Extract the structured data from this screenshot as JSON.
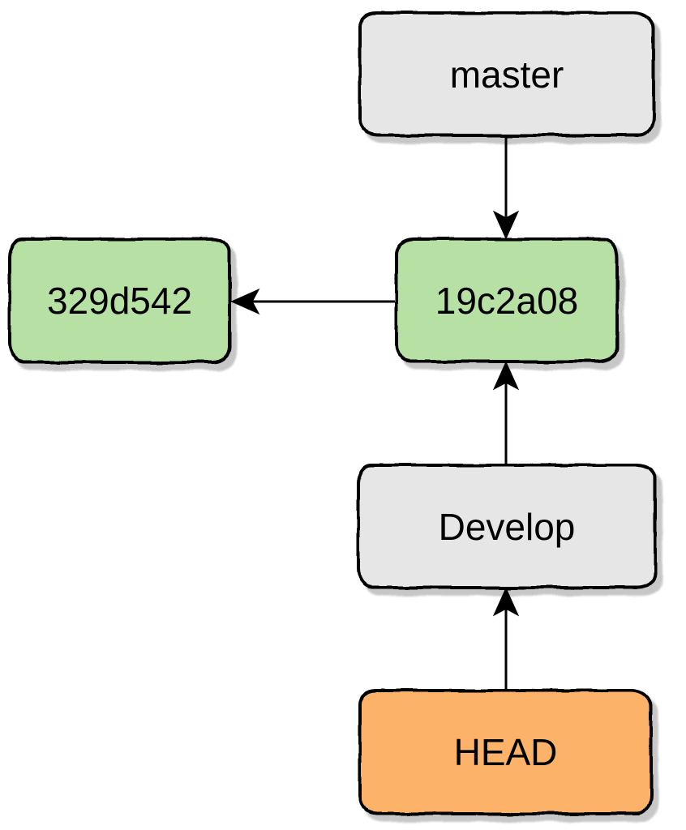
{
  "diagram": {
    "kind": "git-graph",
    "background": "#ffffff",
    "edge_color": "#000000",
    "nodes": [
      {
        "id": "master",
        "label": "master",
        "role": "branch-pointer",
        "fill": "#e6e6e6",
        "border": "#000000"
      },
      {
        "id": "329d542",
        "label": "329d542",
        "role": "commit",
        "fill": "#b6e0a4",
        "border": "#000000"
      },
      {
        "id": "19c2a08",
        "label": "19c2a08",
        "role": "commit",
        "fill": "#b6e0a4",
        "border": "#000000"
      },
      {
        "id": "develop",
        "label": "Develop",
        "role": "branch-pointer",
        "fill": "#e6e6e6",
        "border": "#000000"
      },
      {
        "id": "head",
        "label": "HEAD",
        "role": "head-pointer",
        "fill": "#fcb267",
        "border": "#000000"
      }
    ],
    "edges": [
      {
        "from": "master",
        "to": "19c2a08",
        "direction": "down"
      },
      {
        "from": "19c2a08",
        "to": "329d542",
        "direction": "left"
      },
      {
        "from": "Develop",
        "to": "19c2a08",
        "direction": "up"
      },
      {
        "from": "HEAD",
        "to": "Develop",
        "direction": "up"
      }
    ]
  }
}
